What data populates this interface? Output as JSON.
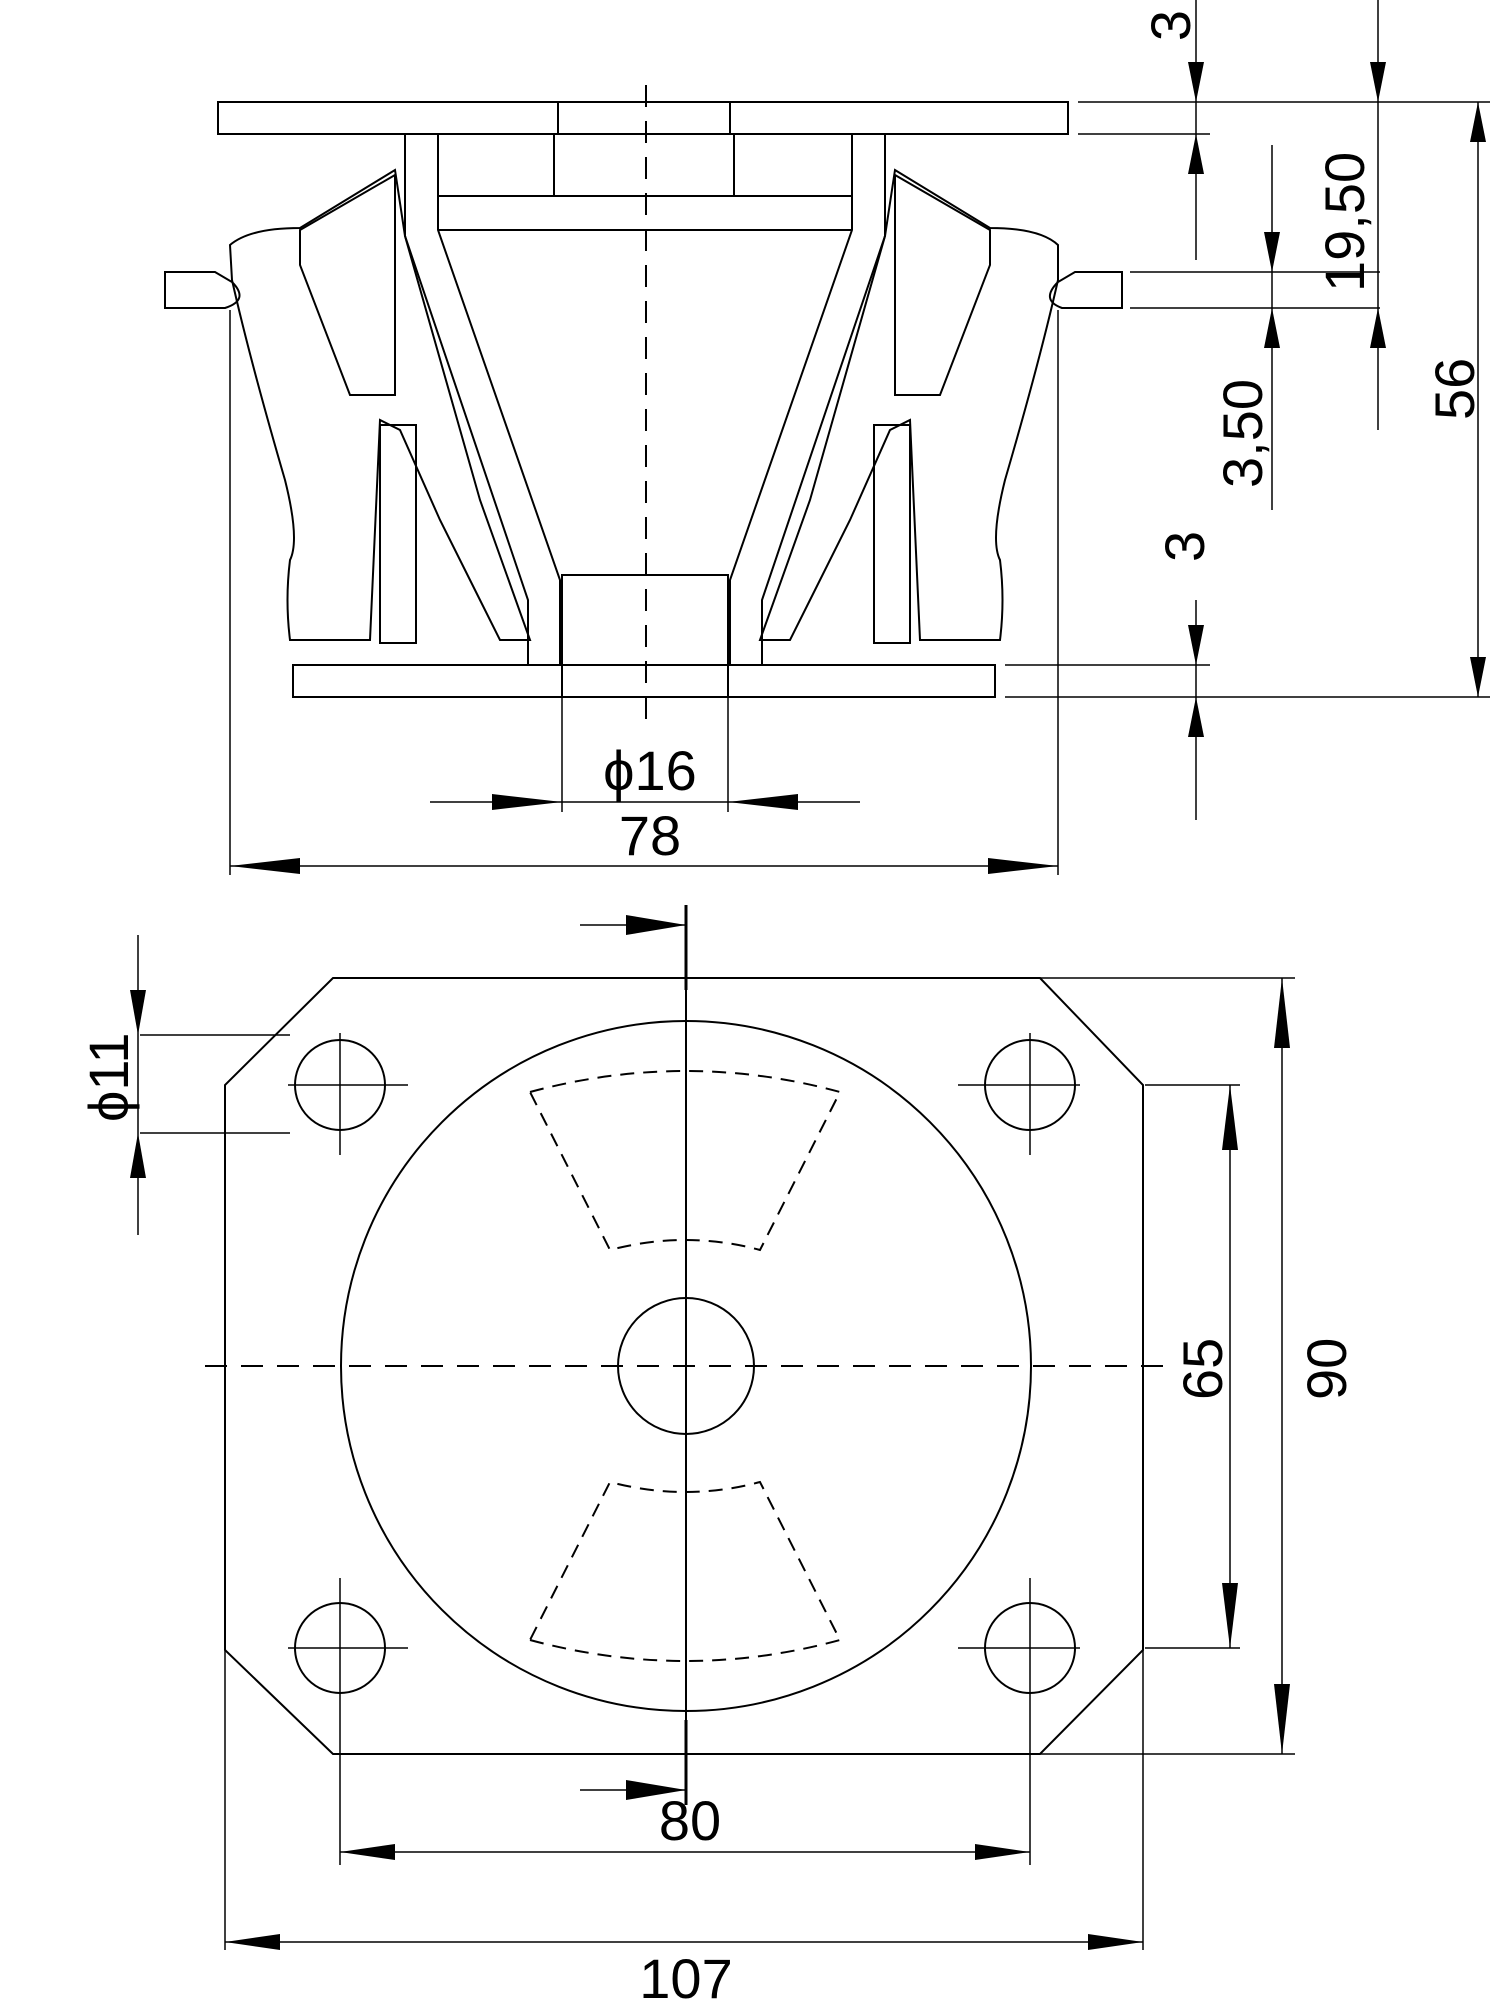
{
  "section_view": {
    "dim_plate_top": "3",
    "dim_height_upper": "19,50",
    "dim_flange": "3,50",
    "dim_total_height": "56",
    "dim_plate_bottom": "3",
    "dim_bore": "ϕ16",
    "dim_flange_width": "78"
  },
  "plan_view": {
    "dim_hole": "ϕ11",
    "dim_hole_pitch_y": "65",
    "dim_height": "90",
    "dim_hole_pitch_x": "80",
    "dim_width": "107"
  }
}
